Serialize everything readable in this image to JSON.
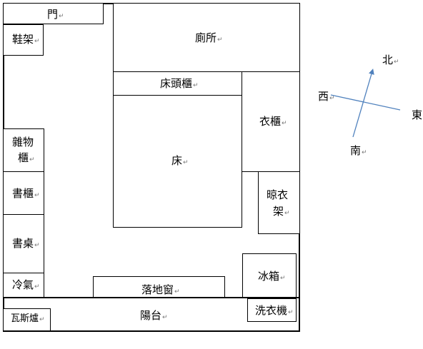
{
  "rooms": {
    "door": "門",
    "shoe_rack": "鞋架",
    "toilet": "廁所",
    "bedside_cabinet": "床頭櫃",
    "wardrobe": "衣櫃",
    "bed": "床",
    "storage_cabinet_line1": "雜物",
    "storage_cabinet_line2": "櫃",
    "bookcase": "書櫃",
    "desk": "書桌",
    "air_conditioner": "冷氣",
    "drying_rack_line1": "晾衣",
    "drying_rack_line2": "架",
    "fridge": "冰箱",
    "french_window": "落地窗",
    "balcony": "陽台",
    "washing_machine": "洗衣機",
    "gas_stove": "瓦斯爐"
  },
  "compass": {
    "north": "北",
    "south": "南",
    "east": "東",
    "west": "西",
    "arrow_color": "#4f81bd"
  },
  "paragraph_mark": "↵"
}
